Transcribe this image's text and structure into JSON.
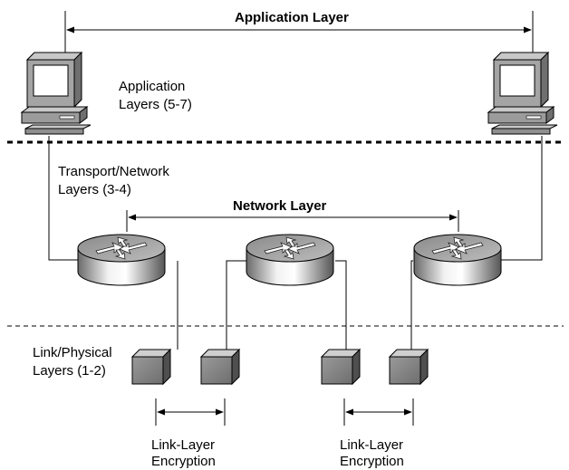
{
  "labels": {
    "application_layer": "Application Layer",
    "network_layer": "Network Layer",
    "application_layers_line1": "Application",
    "application_layers_line2": "Layers (5-7)",
    "transport_network_line1": "Transport/Network",
    "transport_network_line2": "Layers (3-4)",
    "link_physical_line1": "Link/Physical",
    "link_physical_line2": "Layers (1-2)",
    "link_encryption_left_line1": "Link-Layer",
    "link_encryption_left_line2": "Encryption",
    "link_encryption_right_line1": "Link-Layer",
    "link_encryption_right_line2": "Encryption"
  },
  "icons": {
    "computer": "computer-icon",
    "router": "router-icon",
    "encryption_device": "encryption-device-icon"
  },
  "colors": {
    "line": "#000000",
    "device_gray": "#8c8c8c",
    "device_light": "#d9d9d9",
    "device_dark": "#555555"
  }
}
